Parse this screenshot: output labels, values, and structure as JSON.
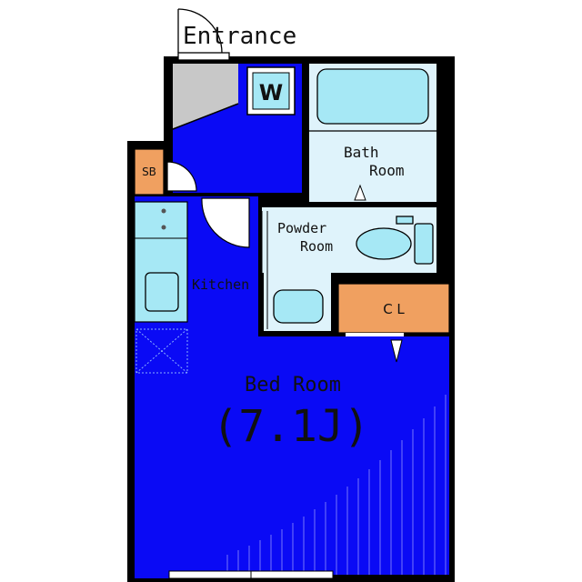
{
  "labels": {
    "entrance": "Entrance",
    "washer": "W",
    "bath_line1": "Bath",
    "bath_line2": "Room",
    "shoe_box": "SB",
    "powder_line1": "Powder",
    "powder_line2": "Room",
    "kitchen": "Kitchen",
    "closet": "C L",
    "bedroom": "Bed Room",
    "bedroom_size": "(7.1J)"
  },
  "colors": {
    "floor_blue": "#0a0af5",
    "wall": "#000000",
    "fixture": "#a6e8f5",
    "storage": "#f0a060",
    "light_room": "#dff3fb",
    "entrance_floor": "#c8c8c8"
  }
}
